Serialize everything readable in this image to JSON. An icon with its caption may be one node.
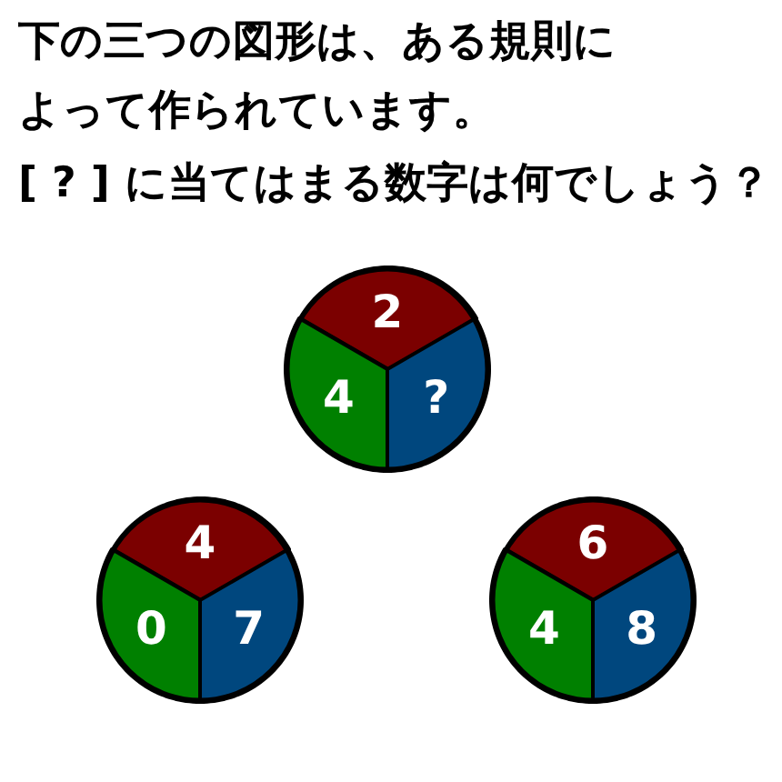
{
  "diagram": {
    "title": "下の三つの図形は、ある規則によって作られています。",
    "nodes": [
      {
        "text": [],
        "shape": "circle"
      },
      {
        "text": [
          "2"
        ],
        "in": 0
      },
      {
        "text": [
          "4"
        ],
        "in": 0
      },
      {
        "text": [
          "?"
        ],
        "in": 0
      },
      {
        "text": [],
        "shape": "circle"
      },
      {
        "text": [
          "4"
        ],
        "in": 4
      },
      {
        "text": [
          "0"
        ],
        "in": 4
      },
      {
        "text": [
          "7"
        ],
        "in": 4
      },
      {
        "text": [],
        "shape": "circle"
      },
      {
        "text": [
          "6"
        ],
        "in": 8
      },
      {
        "text": [
          "4"
        ],
        "in": 8
      },
      {
        "text": [
          "8"
        ],
        "in": 8
      }
    ],
    "labels": [
      "[ ? ] に当てはまる数字は何でしょう？"
    ]
  }
}
